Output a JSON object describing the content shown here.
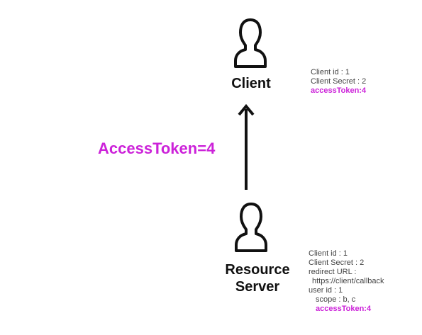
{
  "client": {
    "label": "Client",
    "info": {
      "client_id": "Client id : 1",
      "client_secret": "Client Secret : 2",
      "access_token": "accessToken:4"
    }
  },
  "resource_server": {
    "label_line1": "Resource",
    "label_line2": "Server",
    "info": {
      "client_id": "Client id : 1",
      "client_secret": "Client Secret : 2",
      "redirect_url_label": "redirect URL :",
      "redirect_url": "https://client/callback",
      "user_id": "user id : 1",
      "scope": "scope : b, c",
      "access_token": "accessToken:4"
    }
  },
  "flow": {
    "label": "AccessToken=4",
    "direction": "up"
  },
  "icons": {
    "client": "person-outline-icon",
    "resource_server": "person-outline-icon",
    "arrow": "arrow-up-icon"
  },
  "colors": {
    "accent": "#cc22d9",
    "text": "#111111",
    "info_text": "#444444"
  }
}
